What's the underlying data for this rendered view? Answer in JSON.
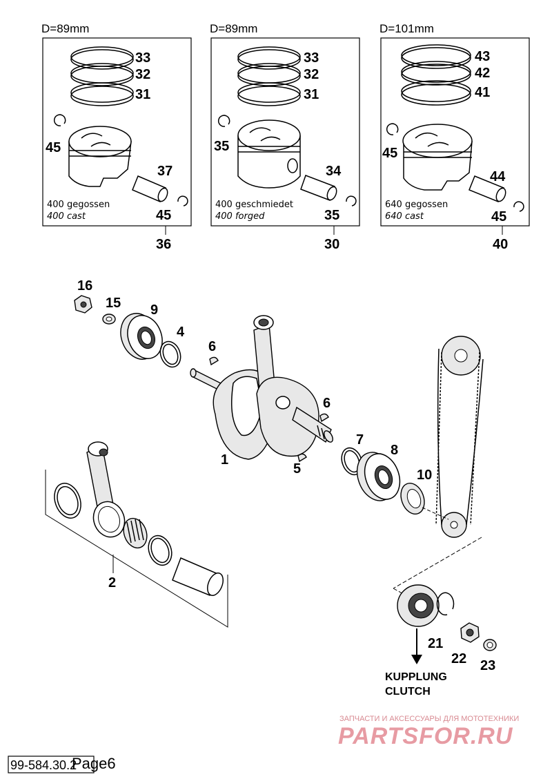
{
  "panels": [
    {
      "diameter": "D=89mm",
      "rings": [
        "33",
        "32",
        "31"
      ],
      "clip": "45",
      "pin": "37",
      "clip2": "45",
      "caption_de": "400 gegossen",
      "caption_en": "400 cast",
      "assembly": "36"
    },
    {
      "diameter": "D=89mm",
      "rings": [
        "33",
        "32",
        "31"
      ],
      "clip": "35",
      "pin": "34",
      "clip2": "35",
      "caption_de": "400 geschmiedet",
      "caption_en": "400 forged",
      "assembly": "30"
    },
    {
      "diameter": "D=101mm",
      "rings": [
        "43",
        "42",
        "41"
      ],
      "clip": "45",
      "pin": "44",
      "clip2": "45",
      "caption_de": "640 gegossen",
      "caption_en": "640 cast",
      "assembly": "40"
    }
  ],
  "callouts": {
    "p1": "1",
    "p2": "2",
    "p4": "4",
    "p5": "5",
    "p6a": "6",
    "p6b": "6",
    "p7": "7",
    "p8": "8",
    "p9": "9",
    "p10": "10",
    "p15": "15",
    "p16": "16",
    "p21": "21",
    "p22": "22",
    "p23": "23"
  },
  "clutch": {
    "de": "KUPPLUNG",
    "en": "CLUTCH"
  },
  "watermark": {
    "top": "ЗАПЧАСТИ И АКСЕССУАРЫ ДЛЯ МОТОТЕХНИКИ",
    "logo": "PARTSFOR.RU"
  },
  "footer": {
    "code": "99-584.30.2",
    "page": "Page6"
  }
}
